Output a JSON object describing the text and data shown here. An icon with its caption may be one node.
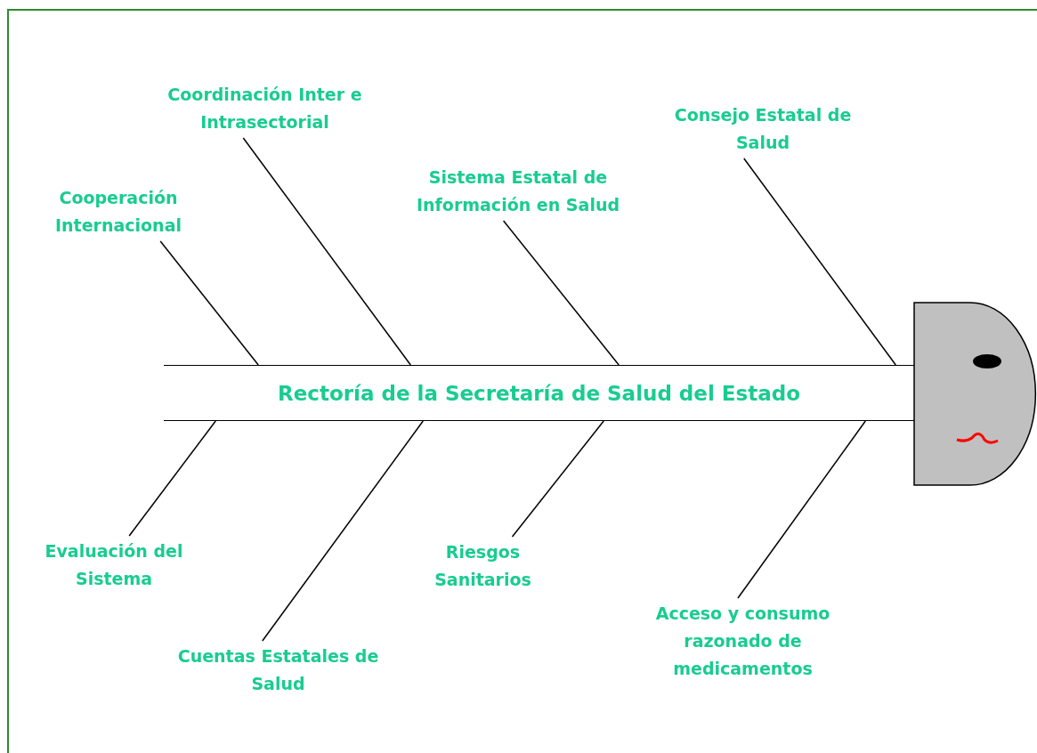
{
  "diagram": {
    "nodes": [
      {
        "text": [
          "Rectoría de la Secretaría de Salud del Estado"
        ]
      },
      {
        "text": [
          "Cooperación Internacional"
        ]
      },
      {
        "text": [
          "Coordinación Inter e Intrasectorial"
        ]
      },
      {
        "text": [
          "Sistema Estatal de Información en Salud"
        ]
      },
      {
        "text": [
          "Consejo Estatal de Salud"
        ]
      },
      {
        "text": [
          "Evaluación del Sistema"
        ]
      },
      {
        "text": [
          "Cuentas Estatales de Salud"
        ]
      },
      {
        "text": [
          "Riesgos Sanitarios"
        ]
      },
      {
        "text": [
          "Acceso y consumo razonado de medicamentos"
        ]
      }
    ],
    "edges": [
      {
        "from": 1,
        "to": 0,
        "arrow": "none"
      },
      {
        "from": 2,
        "to": 0,
        "arrow": "none"
      },
      {
        "from": 3,
        "to": 0,
        "arrow": "none"
      },
      {
        "from": 4,
        "to": 0,
        "arrow": "none"
      },
      {
        "from": 5,
        "to": 0,
        "arrow": "none"
      },
      {
        "from": 6,
        "to": 0,
        "arrow": "none"
      },
      {
        "from": 7,
        "to": 0,
        "arrow": "none"
      },
      {
        "from": 8,
        "to": 0,
        "arrow": "none"
      }
    ]
  }
}
